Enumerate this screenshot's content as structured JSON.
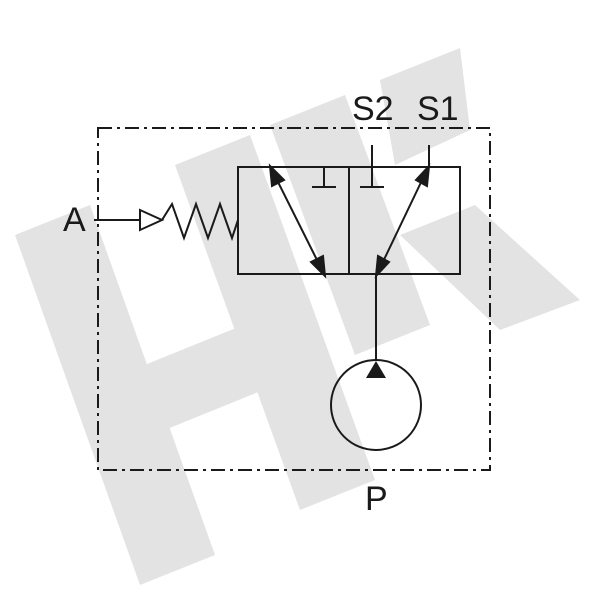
{
  "diagram": {
    "ports": {
      "pilot": "A",
      "service_2": "S2",
      "service_1": "S1",
      "pressure": "P"
    },
    "watermark": {
      "text": "HK",
      "color": "#e3e3e3"
    },
    "colors": {
      "line": "#1a1a1a",
      "background": "#ffffff"
    },
    "icons": [
      "spring-icon",
      "flow-arrow-icon",
      "blocked-port-icon",
      "pump-icon"
    ]
  }
}
